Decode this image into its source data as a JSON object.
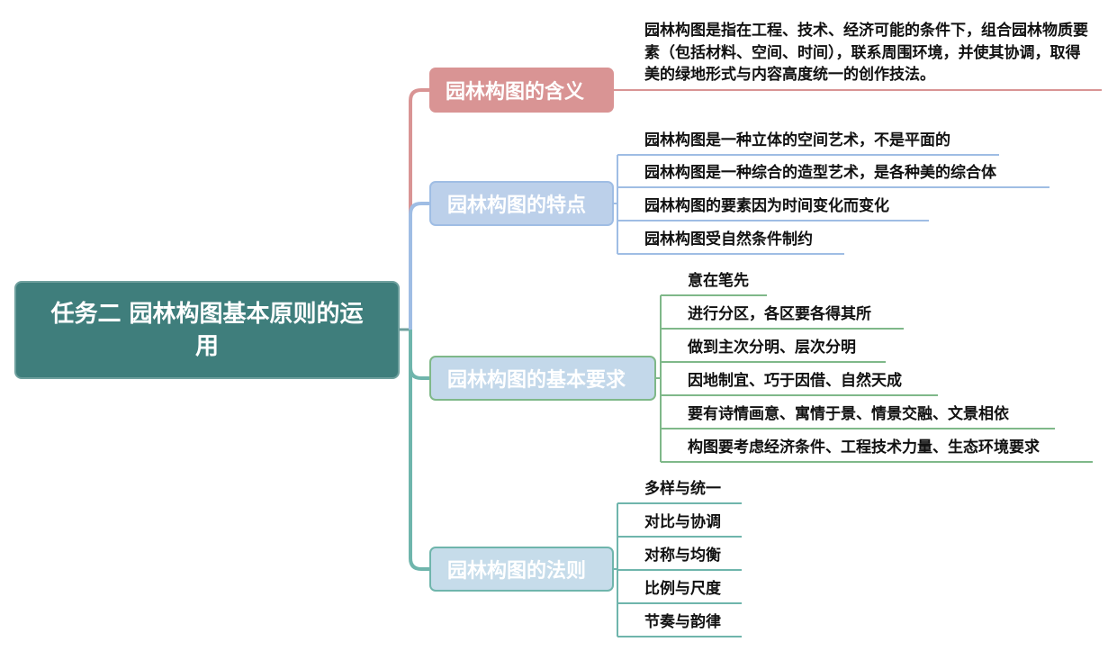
{
  "root": {
    "title": "任务二 园林构图基本原则的运用"
  },
  "branches": [
    {
      "label": "园林构图的含义",
      "color": "#d99494",
      "items": [
        "园林构图是指在工程、技术、经济可能的条件下，组合园林物质要素（包括材料、空间、时间），联系周围环境，并使其协调，取得美的绿地形式与内容高度统一的创作技法。"
      ]
    },
    {
      "label": "园林构图的特点",
      "color": "#9fbde4",
      "items": [
        "园林构图是一种立体的空间艺术，不是平面的",
        "园林构图是一种综合的造型艺术，是各种美的综合体",
        "园林构图的要素因为时间变化而变化",
        "园林构图受自然条件制约"
      ]
    },
    {
      "label": "园林构图的基本要求",
      "color": "#7fb889",
      "items": [
        "意在笔先",
        "进行分区，各区要各得其所",
        "做到主次分明、层次分明",
        "因地制宜、巧于因借、自然天成",
        "要有诗情画意、寓情于景、情景交融、文景相依",
        "构图要考虑经济条件、工程技术力量、生态环境要求"
      ]
    },
    {
      "label": "园林构图的法则",
      "color": "#6fb5ac",
      "items": [
        "多样与统一",
        "对比与协调",
        "对称与均衡",
        "比例与尺度",
        "节奏与韵律"
      ]
    }
  ]
}
